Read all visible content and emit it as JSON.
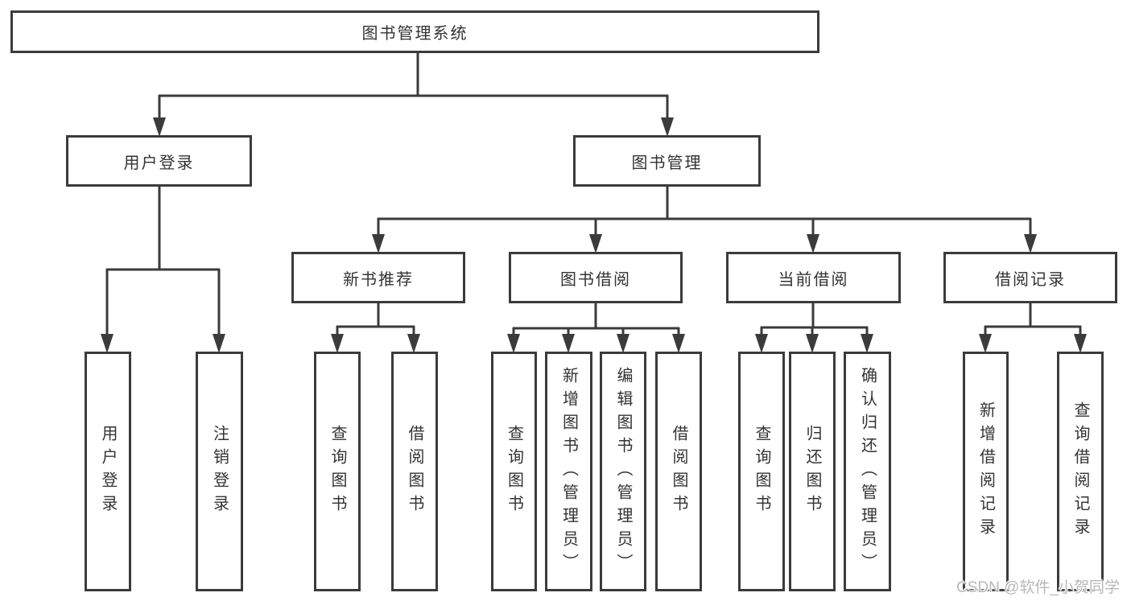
{
  "watermark": "CSDN @软件_小贺同学",
  "colors": {
    "line": "#3b3b3b",
    "text": "#333333",
    "watermark_text": "#b8b8b8",
    "background": "#ffffff"
  },
  "tree": {
    "root": {
      "label": "图书管理系统"
    },
    "level2": {
      "user_login": {
        "label": "用户登录"
      },
      "book_mgmt": {
        "label": "图书管理"
      }
    },
    "level3": {
      "new_book_rec": {
        "label": "新书推荐"
      },
      "book_borrow": {
        "label": "图书借阅"
      },
      "current_borrow": {
        "label": "当前借阅"
      },
      "borrow_record": {
        "label": "借阅记录"
      }
    },
    "leaves": {
      "login_user_login": {
        "label": "用户登录"
      },
      "login_logout": {
        "label": "注销登录"
      },
      "rec_query_book": {
        "label": "查询图书"
      },
      "rec_borrow_book": {
        "label": "借阅图书"
      },
      "bor_query_book": {
        "label": "查询图书"
      },
      "bor_add_book": {
        "label": "新增图书（管理员）"
      },
      "bor_edit_book": {
        "label": "编辑图书（管理员）"
      },
      "bor_borrow_book": {
        "label": "借阅图书"
      },
      "cur_query_book": {
        "label": "查询图书"
      },
      "cur_return_book": {
        "label": "归还图书"
      },
      "cur_confirm_return": {
        "label": "确认归还（管理员）"
      },
      "hist_add_record": {
        "label": "新增借阅记录"
      },
      "hist_query_record": {
        "label": "查询借阅记录"
      }
    }
  }
}
